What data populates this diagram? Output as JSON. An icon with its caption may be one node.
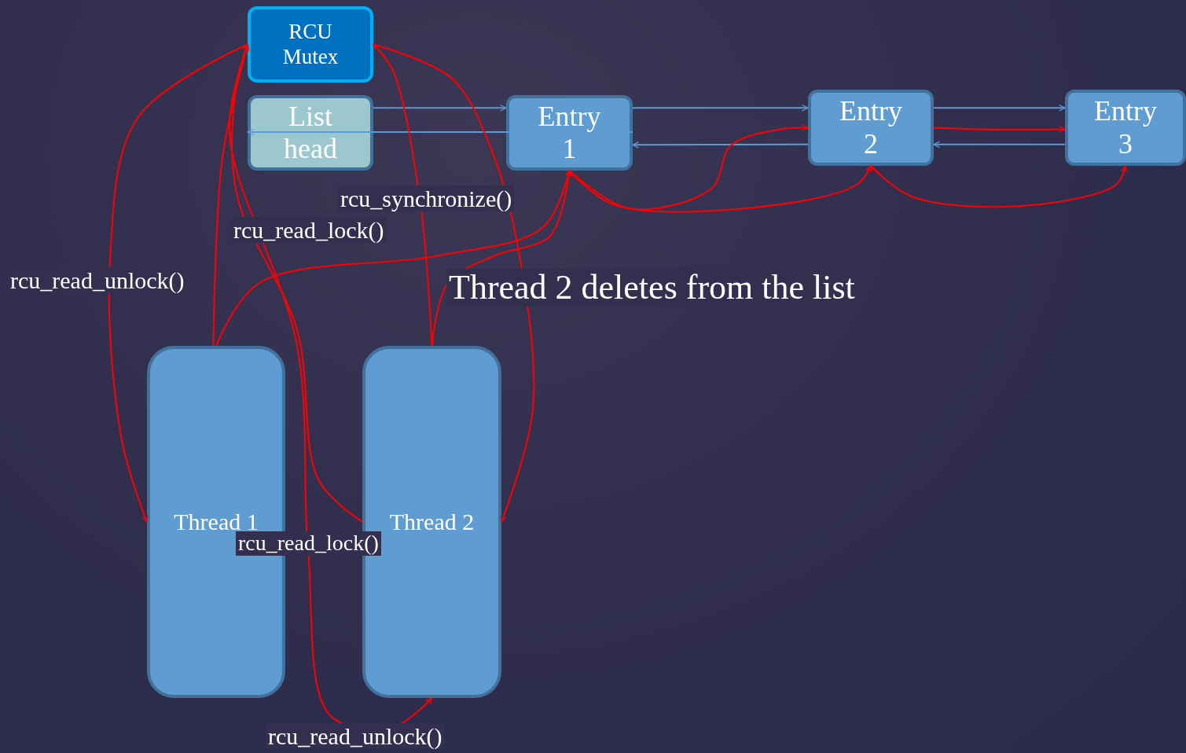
{
  "diagram": {
    "nodes": [
      {
        "text": [
          "RCU Mutex"
        ]
      },
      {
        "text": [
          "List head"
        ]
      },
      {
        "text": [
          "Entry 1"
        ]
      },
      {
        "text": [
          "Entry 2"
        ]
      },
      {
        "text": [
          "Entry 3"
        ]
      },
      {
        "text": [
          "Thread 1"
        ]
      },
      {
        "text": [
          "Thread 2"
        ]
      }
    ],
    "edges": [
      {
        "from": 1,
        "to": 2,
        "arrow": "to",
        "color": "#5b9bd5"
      },
      {
        "from": 2,
        "to": 1,
        "arrow": "to",
        "color": "#5b9bd5"
      },
      {
        "from": 2,
        "to": 3,
        "arrow": "to",
        "color": "#5b9bd5"
      },
      {
        "from": 3,
        "to": 2,
        "arrow": "to",
        "color": "#5b9bd5"
      },
      {
        "from": 3,
        "to": 4,
        "arrow": "to",
        "color": "#5b9bd5"
      },
      {
        "from": 4,
        "to": 3,
        "arrow": "to",
        "color": "#5b9bd5"
      },
      {
        "from": 0,
        "to": 5,
        "arrow": "to"
      },
      {
        "from": 5,
        "to": 0,
        "arrow": "to"
      },
      {
        "from": 6,
        "to": 0,
        "arrow": "to"
      },
      {
        "from": 0,
        "to": 6,
        "arrow": "to"
      },
      {
        "from": 6,
        "to": 0,
        "arrow": "to"
      },
      {
        "from": 0,
        "to": 6,
        "arrow": "to"
      },
      {
        "from": 5,
        "to": 2,
        "arrow": "to"
      },
      {
        "from": 6,
        "to": 2,
        "arrow": "to"
      },
      {
        "from": 2,
        "to": 3,
        "arrow": "to"
      },
      {
        "from": 2,
        "to": 3,
        "arrow": "to"
      },
      {
        "from": 3,
        "to": 4,
        "arrow": "to"
      },
      {
        "from": 3,
        "to": 4,
        "arrow": "to"
      }
    ],
    "labels": [
      "rcu_synchronize()",
      "rcu_read_lock()",
      "rcu_read_unlock()",
      "Thread 2 deletes from the list",
      "rcu_read_lock()",
      "rcu_read_unlock()"
    ]
  }
}
